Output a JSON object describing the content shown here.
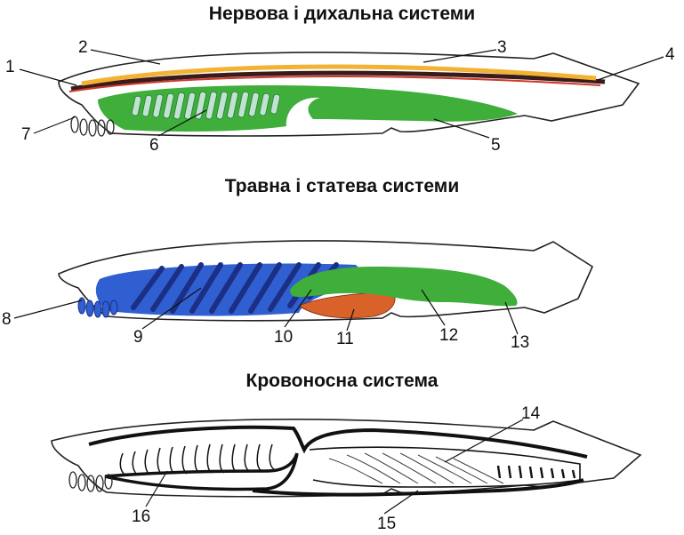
{
  "panels": {
    "top_title": "Нервова і дихальна системи",
    "middle_title": "Травна і статева системи",
    "bottom_title": "Кровоносна система"
  },
  "labels": {
    "l1": "1",
    "l2": "2",
    "l3": "3",
    "l4": "4",
    "l5": "5",
    "l6": "6",
    "l7": "7",
    "l8": "8",
    "l9": "9",
    "l10": "10",
    "l11": "11",
    "l12": "12",
    "l13": "13",
    "l14": "14",
    "l15": "15",
    "l16": "16"
  },
  "colors": {
    "nerve_cord": "#f2b233",
    "notochord": "#3a1a1a",
    "gut_green": "#3fae3a",
    "pharynx_blue": "#2f5fd0",
    "gonad_orange": "#d8622a",
    "outline": "#222222"
  }
}
